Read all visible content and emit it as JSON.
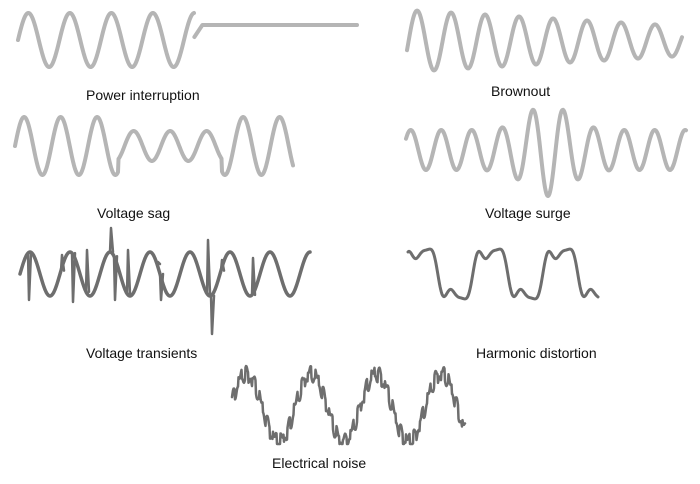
{
  "colors": {
    "light_wave": "#b5b5b5",
    "dark_wave": "#6e6e6e",
    "text": "#111111"
  },
  "panels": [
    {
      "id": "interruption",
      "label": "Power interruption"
    },
    {
      "id": "brownout",
      "label": "Brownout"
    },
    {
      "id": "sag",
      "label": "Voltage sag"
    },
    {
      "id": "surge",
      "label": "Voltage surge"
    },
    {
      "id": "transients",
      "label": "Voltage transients"
    },
    {
      "id": "harmonic",
      "label": "Harmonic distortion"
    },
    {
      "id": "noise",
      "label": "Electrical noise"
    }
  ]
}
